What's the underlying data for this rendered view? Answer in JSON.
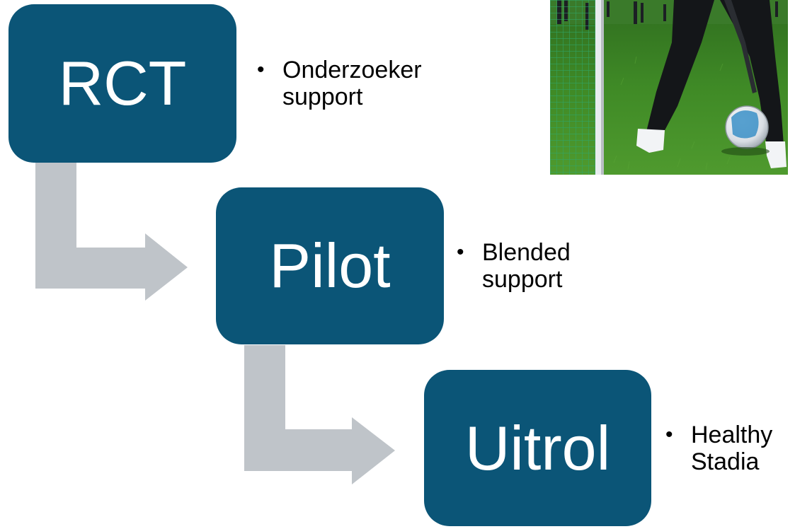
{
  "colors": {
    "box_fill": "#0b5577",
    "box_text": "#ffffff",
    "arrow": "#bfc4c9",
    "bullet_text": "#000000"
  },
  "stages": [
    {
      "label": "RCT",
      "bullet": "Onderzoeker\nsupport"
    },
    {
      "label": "Pilot",
      "bullet": "Blended\nsupport"
    },
    {
      "label": "Uitrol",
      "bullet": "Healthy\nStadia"
    }
  ],
  "bullet_glyph": "•",
  "photo": {
    "subject": "football-player-kicking-ball-near-goal-net"
  }
}
